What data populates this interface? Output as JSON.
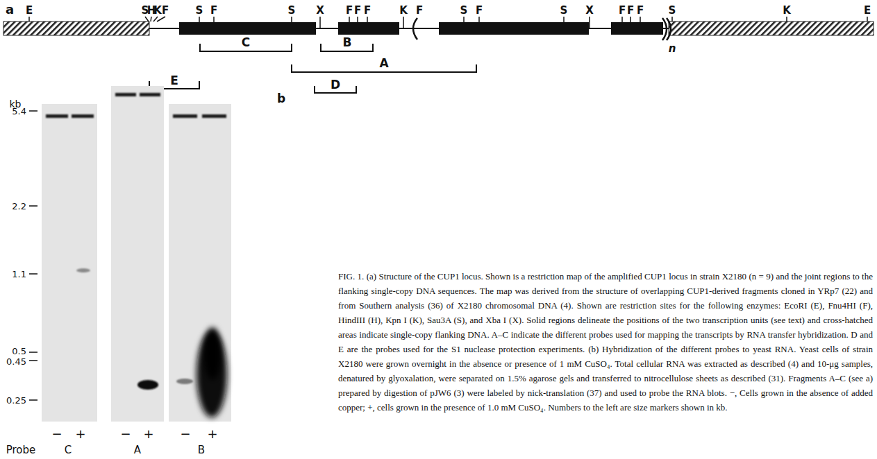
{
  "diagram": {
    "caption": "FIG. 1. (a) Structure of the CUP1 locus. Shown is a restriction map of the amplified CUP1 locus in strain X2180 (n = 9) and the joint regions to the flanking single-copy DNA sequences. The map was derived from the structure of overlapping CUP1-derived fragments cloned in YRp7 (22) and from Southern analysis (36) of X2180 chromosomal DNA (4). Shown are restriction sites for the following enzymes: EcoRI (E), Fnu4HI (F), HindIII (H), Kpn I (K), Sau3A (S), and Xba I (X). Solid regions delineate the positions of the two transcription units (see text) and cross-hatched areas indicate single-copy flanking DNA. A–C indicate the different probes used for mapping the transcripts by RNA transfer hybridization. D and E are the probes used for the S1 nuclease protection experiments. (b) Hybridization of the different probes to yeast RNA. Yeast cells of strain X2180 were grown overnight in the absence or presence of 1 mM CuSO₄. Total cellular RNA was extracted as described (4) and 10-μg samples, denatured by glyoxalation, were separated on 1.5% agarose gels and transferred to nitrocellulose sheets as described (31). Fragments A–C (see a) prepared by digestion of pJW6 (3) were labeled by nick-translation (37) and used to probe the RNA blots. −, Cells grown in the absence of added copper; +, cells grown in the presence of 1.0 mM CuSO₄. Numbers to the left are size markers shown in kb.",
    "labels": [
      "a",
      "E",
      "S",
      "H",
      "K",
      "F",
      "S",
      "F",
      "S",
      "X",
      "F",
      "F",
      "F",
      "K",
      "F",
      "S",
      "F",
      "S",
      "X",
      "F",
      "F",
      "F",
      "S",
      "K",
      "E",
      "n",
      "C",
      "B",
      "A",
      "E",
      "D",
      "kb",
      "5.4",
      "2.2",
      "1.1",
      "0.5",
      "0.45",
      "0.25",
      "b",
      "−",
      "+",
      "−",
      "+",
      "−",
      "+",
      "Probe",
      "C",
      "A",
      "B"
    ]
  }
}
